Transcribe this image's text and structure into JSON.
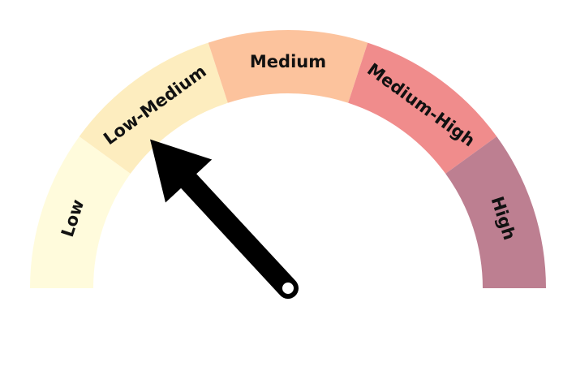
{
  "chart_data": {
    "type": "gauge",
    "segments": [
      {
        "label": "Low",
        "color": "#fffbdc"
      },
      {
        "label": "Low-Medium",
        "color": "#fdedbf"
      },
      {
        "label": "Medium",
        "color": "#fcc39d"
      },
      {
        "label": "Medium-High",
        "color": "#f08c8c"
      },
      {
        "label": "High",
        "color": "#bd7f91"
      }
    ],
    "needle": {
      "segment_index": 1,
      "fraction": 0.31,
      "color": "#000000"
    }
  }
}
